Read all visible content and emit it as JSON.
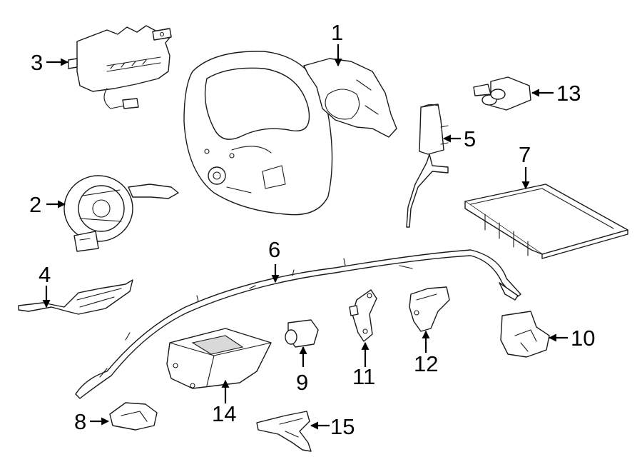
{
  "callouts": [
    {
      "id": "1",
      "label": "1"
    },
    {
      "id": "2",
      "label": "2"
    },
    {
      "id": "3",
      "label": "3"
    },
    {
      "id": "4",
      "label": "4"
    },
    {
      "id": "5",
      "label": "5"
    },
    {
      "id": "6",
      "label": "6"
    },
    {
      "id": "7",
      "label": "7"
    },
    {
      "id": "8",
      "label": "8"
    },
    {
      "id": "9",
      "label": "9"
    },
    {
      "id": "10",
      "label": "10"
    },
    {
      "id": "11",
      "label": "11"
    },
    {
      "id": "12",
      "label": "12"
    },
    {
      "id": "13",
      "label": "13"
    },
    {
      "id": "14",
      "label": "14"
    },
    {
      "id": "15",
      "label": "15"
    }
  ],
  "colors": {
    "line": "#1a1a1a",
    "background": "#ffffff",
    "shade": "#d9d9d9"
  }
}
